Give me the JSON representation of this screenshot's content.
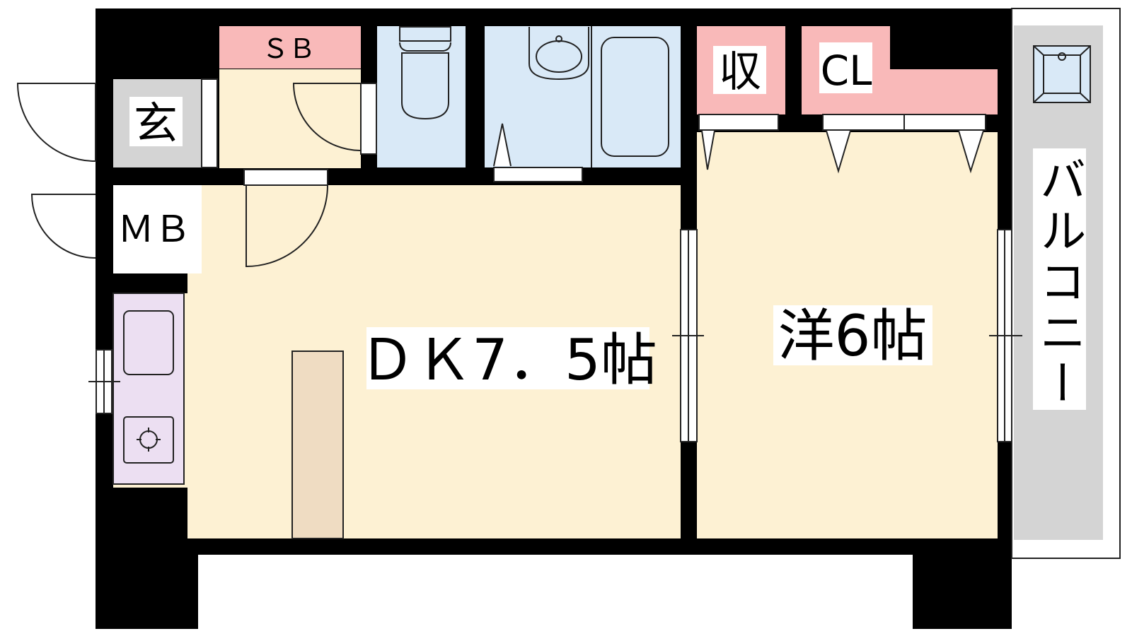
{
  "rooms": {
    "dk": {
      "label": "ＤＫ7．5帖",
      "color": "#fdf1d3"
    },
    "western": {
      "label": "洋6帖",
      "color": "#fdf1d3"
    },
    "entrance": {
      "label": "玄",
      "color": "#d4d4d4"
    },
    "meter_box": {
      "label": "ＭＢ",
      "color": "#ffffff"
    },
    "shoe_box": {
      "label": "ＳＢ",
      "color": "#f9b9b9"
    },
    "storage": {
      "label": "収",
      "color": "#f9b9b9"
    },
    "closet": {
      "label": "CL",
      "color": "#f9b9b9"
    },
    "balcony": {
      "label": "バルコニー",
      "color": "#d4d4d4"
    },
    "wet_area": {
      "color": "#d9e9f7"
    },
    "kitchen": {
      "color": "#ecdff2"
    },
    "counter": {
      "color": "#efdcc2"
    }
  },
  "colors": {
    "wall": "#000000",
    "line": "#222222"
  }
}
